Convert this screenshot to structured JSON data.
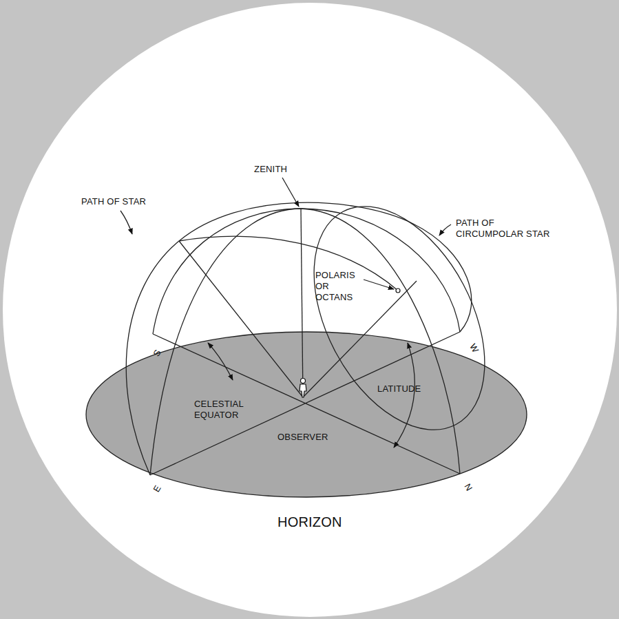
{
  "diagram": {
    "labels": [
      "ZENITH",
      "PATH OF STAR",
      "PATH OF CIRCUMPOLAR STAR",
      "POLARIS OR OCTANS",
      "CELESTIAL EQUATOR",
      "OBSERVER",
      "LATITUDE",
      "HORIZON",
      "S",
      "W",
      "E",
      "N"
    ]
  }
}
